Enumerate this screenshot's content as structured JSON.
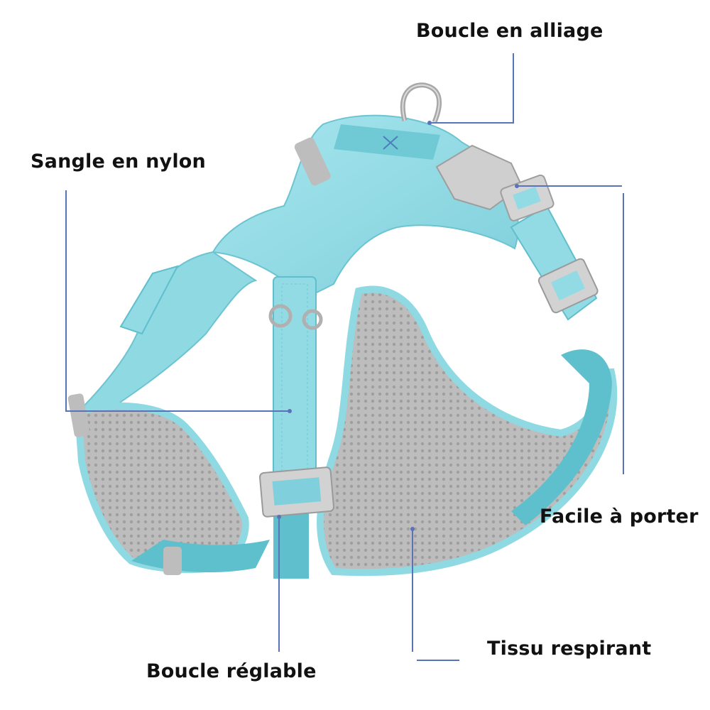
{
  "colors": {
    "background": "#ffffff",
    "harness_teal": "#8fd9e3",
    "harness_teal_dark": "#4fb8c6",
    "mesh_gray": "#b9b9b9",
    "buckle_gray": "#c9c9c9",
    "leader_line": "#5a73b8",
    "label_text": "#111111"
  },
  "callouts": {
    "alloy_buckle": "Boucle en alliage",
    "nylon_strap": "Sangle en nylon",
    "easy_wear": "Facile à porter",
    "breathable_fabric": "Tissu respirant",
    "adjustable_buckle": "Boucle réglable"
  },
  "product": {
    "icon": "dog-harness-illustration"
  }
}
